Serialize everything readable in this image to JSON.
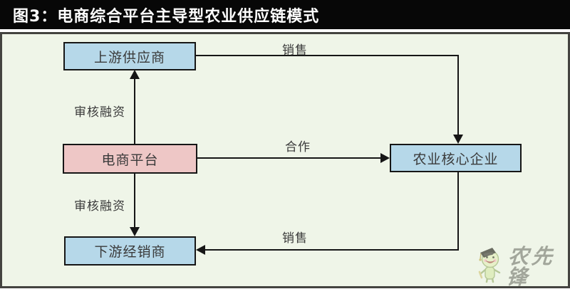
{
  "title": "图3：电商综合平台主导型农业供应链模式",
  "colors": {
    "titlebar_bg": "#070707",
    "titlebar_text": "#ffffff",
    "canvas_bg": "#eff5e8",
    "node_blue": "#b6d8e9",
    "node_pink": "#eec7c6",
    "line": "#161616"
  },
  "diagram": {
    "nodes": [
      {
        "id": "upstream",
        "label": "上游供应商",
        "color": "#b6d8e9"
      },
      {
        "id": "platform",
        "label": "电商平台",
        "color": "#eec7c6"
      },
      {
        "id": "downstream",
        "label": "下游经销商",
        "color": "#b6d8e9"
      },
      {
        "id": "core",
        "label": "农业核心企业",
        "color": "#b6d8e9"
      }
    ],
    "edges": [
      {
        "from": "platform",
        "to": "upstream",
        "label": "审核融资",
        "direction": "up"
      },
      {
        "from": "platform",
        "to": "downstream",
        "label": "审核融资",
        "direction": "down"
      },
      {
        "from": "upstream",
        "to": "core",
        "label": "销售",
        "direction": "right-then-down"
      },
      {
        "from": "platform",
        "to": "core",
        "label": "合作",
        "direction": "right"
      },
      {
        "from": "core",
        "to": "downstream",
        "label": "销售",
        "direction": "down-then-left"
      }
    ]
  },
  "watermark": {
    "brand": "农先锋",
    "mascot_icon": "farmer-mascot-icon"
  }
}
